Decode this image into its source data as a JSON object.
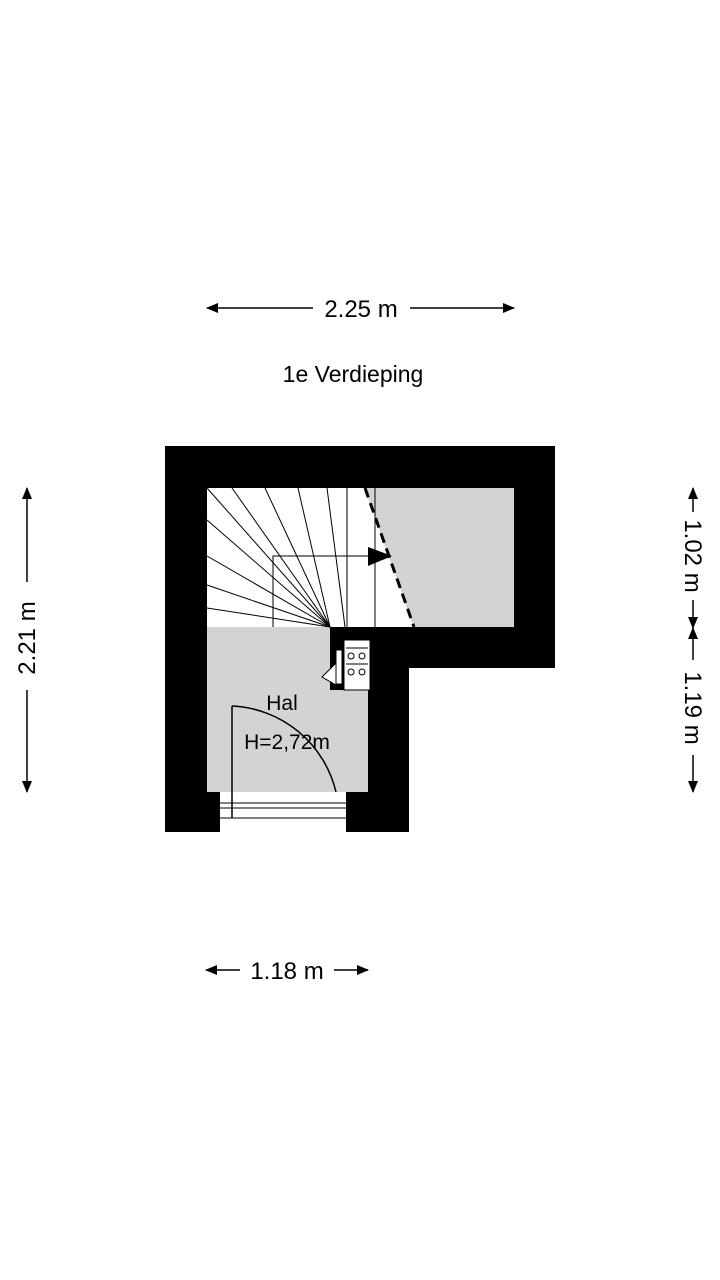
{
  "floor_title": "1e Verdieping",
  "dimensions": {
    "top_width": "2.25 m",
    "left_height": "2.21 m",
    "right_upper": "1.02 m",
    "right_lower": "1.19 m",
    "bottom_width": "1.18 m"
  },
  "rooms": [
    {
      "name": "Hal",
      "height": "H=2,72m"
    }
  ],
  "colors": {
    "wall": "#000000",
    "floor": "#d3d3d3",
    "stair": "#ffffff"
  }
}
